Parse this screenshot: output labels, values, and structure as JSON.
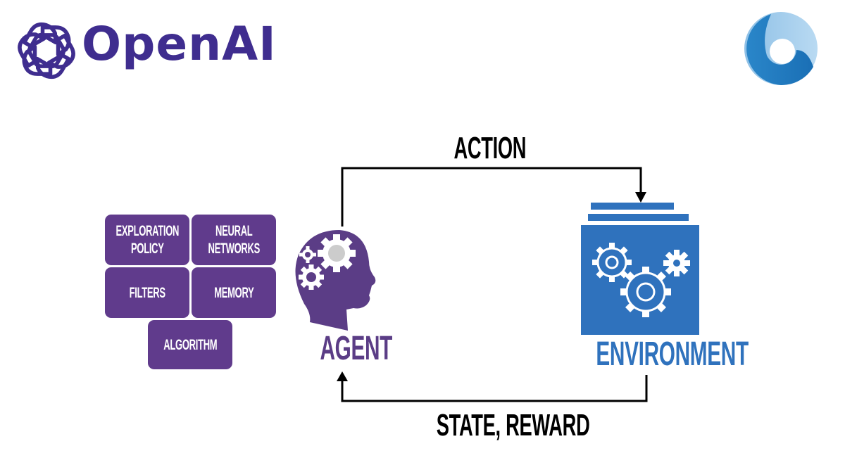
{
  "header": {
    "brand_name": "OpenAI",
    "brand_color": "#3f2d8f",
    "left_logo_icon": "openai-knot-icon",
    "right_logo_icon": "blue-swirl-icon"
  },
  "diagram": {
    "action_label": "ACTION",
    "feedback_label": "STATE, REWARD",
    "agent": {
      "label": "AGENT",
      "icon": "head-with-gears-icon",
      "color": "#5b3d86"
    },
    "environment": {
      "label": "ENVIRONMENT",
      "icon": "gears-box-icon",
      "color": "#2f72bd"
    },
    "components": [
      {
        "line1": "EXPLORATION",
        "line2": "POLICY"
      },
      {
        "line1": "NEURAL",
        "line2": "NETWORKS"
      },
      {
        "line1": "FILTERS",
        "line2": ""
      },
      {
        "line1": "MEMORY",
        "line2": ""
      },
      {
        "line1": "ALGORITHM",
        "line2": ""
      }
    ],
    "component_color": "#603b8c"
  }
}
